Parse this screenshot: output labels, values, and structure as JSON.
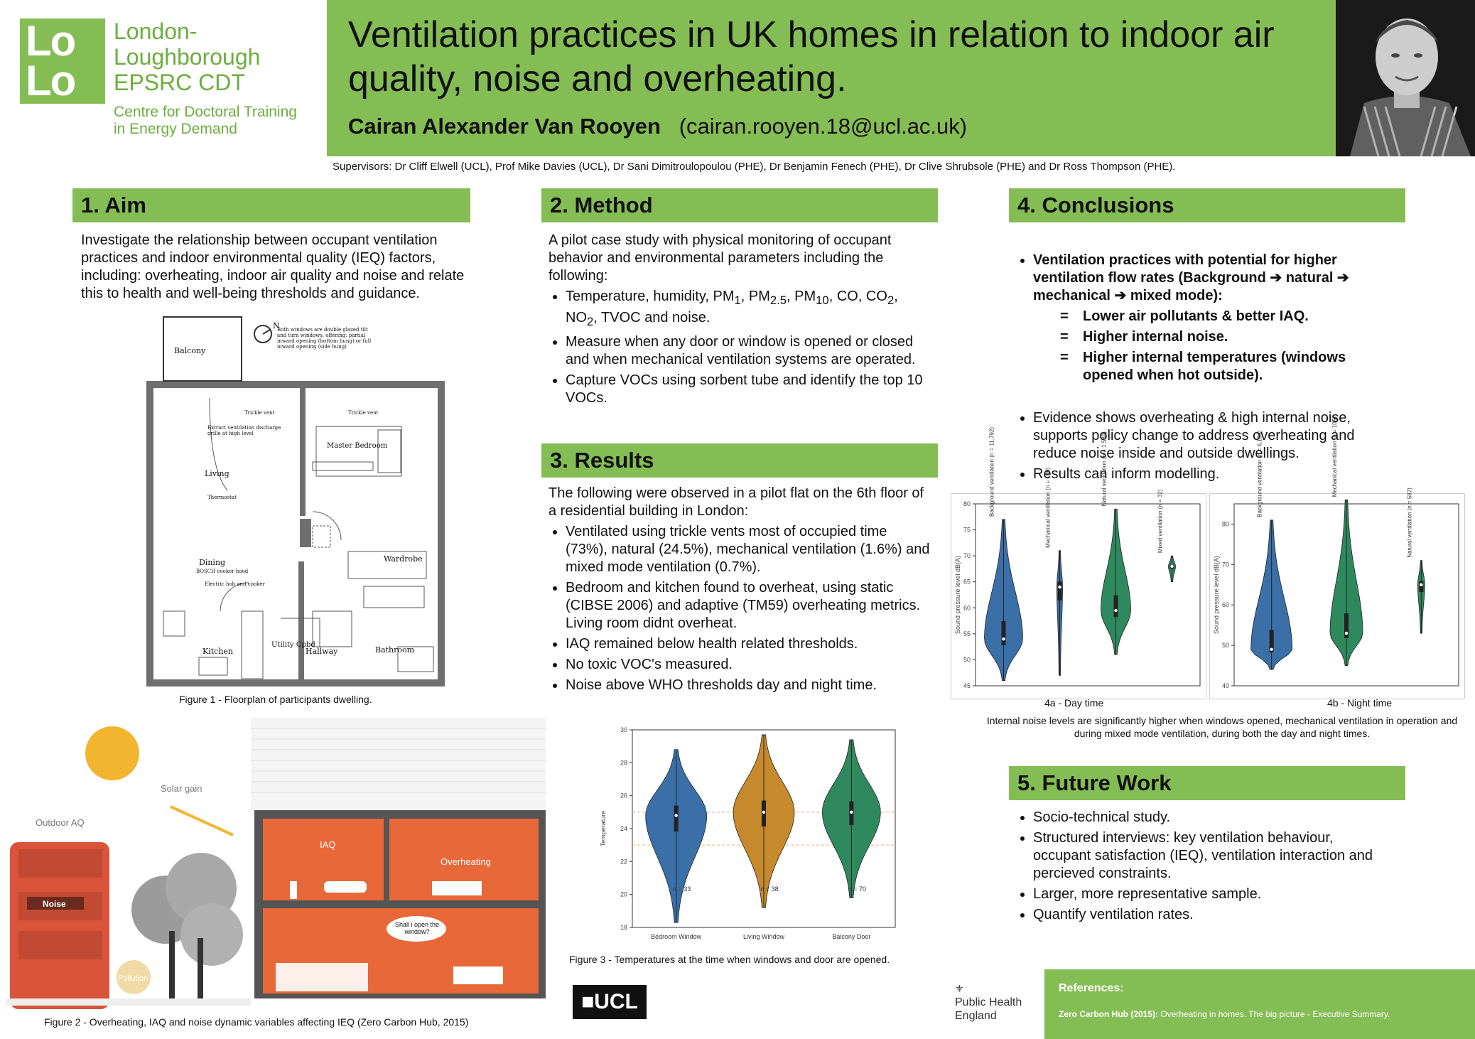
{
  "header": {
    "logo_mark": [
      "Lo",
      "Lo"
    ],
    "logo_text": [
      "London-",
      "Loughborough",
      "EPSRC CDT"
    ],
    "logo_sub": [
      "Centre for Doctoral Training",
      "in Energy Demand"
    ],
    "title": "Ventilation practices in UK homes in relation to indoor air quality, noise and overheating.",
    "author_name": "Cairan Alexander Van Rooyen",
    "author_email": "(cairan.rooyen.18@ucl.ac.uk)",
    "supervisors": "Supervisors: Dr Cliff Elwell (UCL), Prof Mike Davies (UCL), Dr Sani Dimitroulopoulou (PHE), Dr Benjamin Fenech (PHE), Dr Clive Shrubsole (PHE) and Dr Ross Thompson (PHE)."
  },
  "aim": {
    "heading": "1. Aim",
    "text": "Investigate the relationship between occupant ventilation practices and indoor environmental quality (IEQ) factors, including: overheating, indoor air quality and noise and relate this to health and well-being thresholds and guidance.",
    "fig1_caption": "Figure 1 - Floorplan of participants dwelling.",
    "fig2_caption": "Figure 2 - Overheating, IAQ and noise dynamic variables affecting IEQ (Zero Carbon Hub, 2015)"
  },
  "floorplan": {
    "rooms": [
      "Balcony",
      "Living",
      "Dining",
      "Kitchen",
      "Utility Cpbd",
      "Hallway",
      "Bathroom",
      "Master Bedroom",
      "Wardrobe"
    ],
    "notes": [
      "Both windows are double glazed tilt and turn windows, offering: partial inward opening (bottom hung) or full inward opening (side hung)",
      "Extract ventilation discharge grille at high level",
      "Thermostat",
      "BOSCH cooker hood",
      "Electric hob and cooker",
      "Trickle vent",
      "Trickle vent"
    ],
    "north": "N"
  },
  "illustration": {
    "labels": [
      "Solar gain",
      "Outdoor AQ",
      "Noise",
      "IAQ",
      "Overheating",
      "Shall i open the window?",
      "Pollution"
    ]
  },
  "method": {
    "heading": "2. Method",
    "intro": "A pilot case study with physical monitoring of occupant behavior and environmental parameters including the following:",
    "items": [
      "Temperature, humidity, PM1, PM2.5, PM10, CO, CO2, NO2, TVOC and noise.",
      "Measure when any door or window is opened or closed and when mechanical ventilation systems are operated.",
      "Capture VOCs using sorbent tube and identify the top 10 VOCs."
    ]
  },
  "results": {
    "heading": "3. Results",
    "intro": "The following were observed in a pilot flat on the 6th floor of a residential building in London:",
    "items": [
      "Ventilated using trickle vents most of occupied time (73%), natural (24.5%), mechanical ventilation (1.6%) and mixed mode ventilation (0.7%).",
      "Bedroom and kitchen found to overheat, using static (CIBSE 2006) and adaptive (TM59) overheating metrics. Living room didnt overheat.",
      "IAQ remained below health related thresholds.",
      "No toxic VOC's measured.",
      "Noise above WHO thresholds day and night time."
    ],
    "fig3_caption": "Figure 3 - Temperatures at the time when windows and door are opened."
  },
  "conclusions": {
    "heading": "4. Conclusions",
    "bold_lead": "Ventilation practices with potential for higher ventilation flow rates (Background ➔ natural ➔ mechanical ➔ mixed mode):",
    "eq_items": [
      "Lower air pollutants & better IAQ.",
      "Higher internal noise.",
      "Higher internal temperatures (windows opened when hot outside)."
    ],
    "eq_sign": "=",
    "items": [
      "Evidence shows overheating & high internal noise, supports policy change to address overheating and reduce noise inside and outside dwellings.",
      "Results can inform modelling."
    ],
    "fig4a_label": "4a - Day time",
    "fig4b_label": "4b - Night time",
    "fig4_caption": "Internal noise levels are significantly higher when windows opened, mechanical ventilation in operation and during mixed mode ventilation, during both the day and night times."
  },
  "future": {
    "heading": "5. Future Work",
    "items": [
      "Socio-technical study.",
      "Structured interviews: key ventilation behaviour, occupant satisfaction (IEQ), ventilation interaction and percieved constraints.",
      "Larger, more representative sample.",
      "Quantify ventilation rates."
    ]
  },
  "footer": {
    "ucl": "■UCL",
    "phe": [
      "Public Health",
      "England"
    ],
    "ref_heading": "References:",
    "ref_bold": "Zero Carbon Hub (2015):",
    "ref_text": " Overheating in homes. The big picture - Executive Summary."
  },
  "colors": {
    "accent": "#85bd55",
    "blue": "#3a6fa8",
    "orange": "#c68a2d",
    "teal": "#2e8a5e",
    "fig2_orange": "#e8683a"
  },
  "chart_data": [
    {
      "type": "violin",
      "id": "fig3",
      "ylabel": "Temperature",
      "ylim": [
        18,
        30
      ],
      "yticks": [
        18,
        20,
        22,
        24,
        26,
        28,
        30
      ],
      "categories": [
        "Bedroom Window",
        "Living Window",
        "Balcony Door"
      ],
      "n_labels": [
        "n = 33",
        "n = 38",
        "n = 70"
      ],
      "medians": [
        24.8,
        25.0,
        25.0
      ],
      "ranges": [
        [
          18.3,
          28.8
        ],
        [
          19.2,
          29.7
        ],
        [
          19.8,
          29.4
        ]
      ],
      "reference_lines": [
        25,
        23
      ]
    },
    {
      "type": "violin",
      "id": "fig4a",
      "ylabel": "Sound pressure level dB(A)",
      "ylim": [
        45,
        80
      ],
      "yticks": [
        45,
        50,
        55,
        60,
        65,
        70,
        75,
        80
      ],
      "series": [
        "Background ventilation (n = 11,792)",
        "Mechanical ventilation (n = 109)",
        "Natural ventilation (n = 1,589)",
        "Mixed ventilation (n = 32)"
      ],
      "medians": [
        54,
        64,
        59.5,
        68
      ],
      "ranges": [
        [
          46,
          77
        ],
        [
          47,
          71
        ],
        [
          51,
          79
        ],
        [
          65,
          70
        ]
      ]
    },
    {
      "type": "violin",
      "id": "fig4b",
      "ylabel": "Sound pressure level dB(A)",
      "ylim": [
        40,
        85
      ],
      "yticks": [
        40,
        50,
        60,
        70,
        80
      ],
      "series": [
        "Background ventilation (n = 6,134)",
        "Mechanical ventilation (n = 109)",
        "Natural ventilation (n = 587)"
      ],
      "medians": [
        49,
        53,
        65
      ],
      "ranges": [
        [
          44,
          81
        ],
        [
          45,
          86
        ],
        [
          53,
          71
        ]
      ]
    }
  ]
}
